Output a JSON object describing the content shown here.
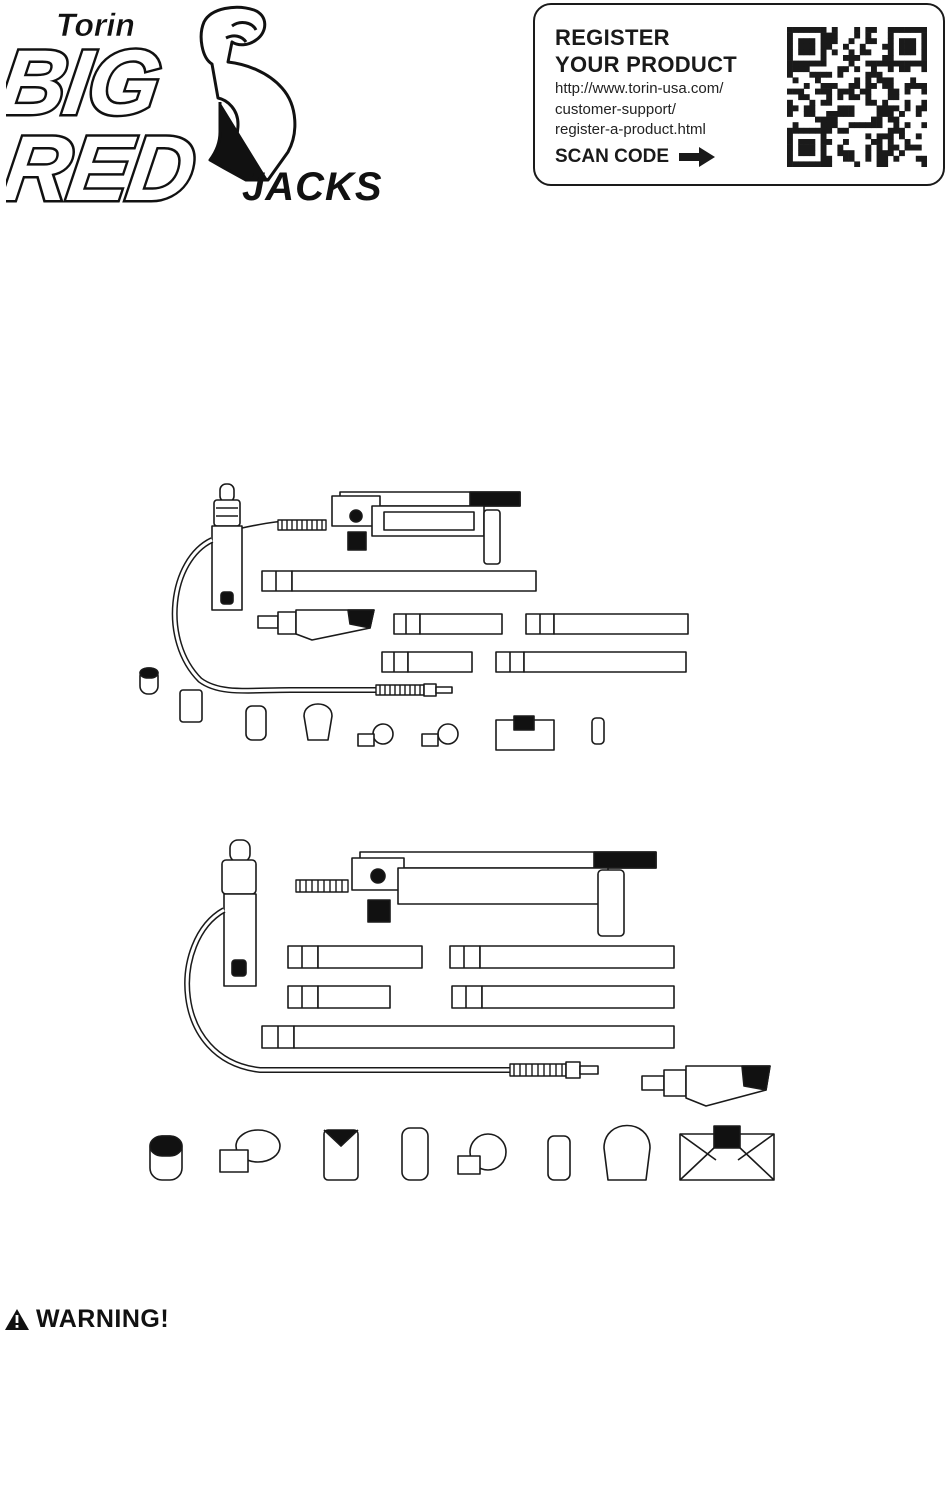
{
  "logo": {
    "brand_small": "Torin",
    "line1": "BIG",
    "line2": "RED",
    "line3": "JACKS"
  },
  "register": {
    "title_line1": "REGISTER",
    "title_line2": "YOUR PRODUCT",
    "url_line1": "http://www.torin-usa.com/",
    "url_line2": "customer-support/",
    "url_line3": "register-a-product.html",
    "scan_label": "SCAN CODE",
    "scan_icon": "arrow-right-icon",
    "qr_icon": "qr-code-icon"
  },
  "warning": {
    "label": "WARNING",
    "mark": "!",
    "icon": "warning-triangle-icon"
  },
  "colors": {
    "ink": "#1a1a1a",
    "paper": "#ffffff"
  }
}
